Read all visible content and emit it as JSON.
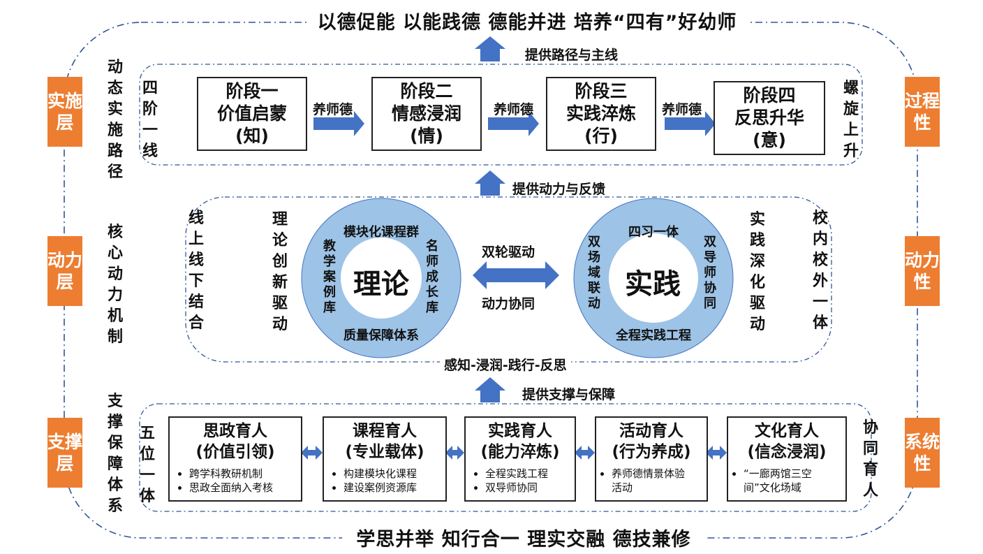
{
  "top_title": "以德促能  以能践德  德能并进 培养“四有”好幼师",
  "bottom_title": "学思并举  知行合一  理实交融  德技兼修",
  "left_layers": [
    "实施层",
    "动力层",
    "支撑层"
  ],
  "right_traits": [
    "过程性",
    "动力性",
    "系统性"
  ],
  "layer_labels": {
    "implementation": "动态实施路径",
    "dynamics": "核心动力机制",
    "support": "支撑保障体系"
  },
  "implementation": {
    "side_left": "四阶一线",
    "side_right": "螺旋上升",
    "up_label": "提供路径与主线",
    "stages": [
      {
        "title": "阶段一",
        "sub": "价值启蒙",
        "tag": "(知)"
      },
      {
        "title": "阶段二",
        "sub": "情感浸润",
        "tag": "(情)"
      },
      {
        "title": "阶段三",
        "sub": "实践淬炼",
        "tag": "(行)"
      },
      {
        "title": "阶段四",
        "sub": "反思升华",
        "tag": "(意)"
      }
    ],
    "arrow_label": "养师德"
  },
  "dynamics": {
    "up_label": "提供动力与反馈",
    "side_left": "线上线下结合",
    "theory_drive": "理论创新驱动",
    "practice_drive": "实践深化驱动",
    "side_right": "校内校外一体",
    "theory": {
      "center": "理论",
      "top": "模块化课程群",
      "left": "教学案例库",
      "right": "名师成长库",
      "bottom": "质量保障体系"
    },
    "practice": {
      "center": "实践",
      "top": "四习一体",
      "left": "双场域联动",
      "right": "双导师协同",
      "bottom": "全程实践工程"
    },
    "double_drive": "双轮驱动",
    "synergy": "动力协同",
    "cycle": "感知-浸润-践行-反思"
  },
  "support": {
    "up_label": "提供支撑与保障",
    "side_left": "五位一体",
    "side_right": "协同育人",
    "pillars": [
      {
        "title": "思政育人",
        "sub": "(价值引领)",
        "items": [
          "跨学科教研机制",
          "思政全面纳入考核"
        ]
      },
      {
        "title": "课程育人",
        "sub": "(专业载体)",
        "items": [
          "构建模块化课程",
          "建设案例资源库"
        ]
      },
      {
        "title": "实践育人",
        "sub": "(能力淬炼)",
        "items": [
          "全程实践工程",
          "双导师协同"
        ]
      },
      {
        "title": "活动育人",
        "sub": "(行为养成)",
        "items": [
          "养师德情景体验活动"
        ]
      },
      {
        "title": "文化育人",
        "sub": "(信念浸润)",
        "items": [
          "“一廊两馆三空间”文化场域"
        ]
      }
    ]
  },
  "colors": {
    "orange": "#ED7D31",
    "arrow_blue": "#4472C4",
    "ring_blue": "#9DC3E6",
    "dash_blue": "#2F5597"
  }
}
